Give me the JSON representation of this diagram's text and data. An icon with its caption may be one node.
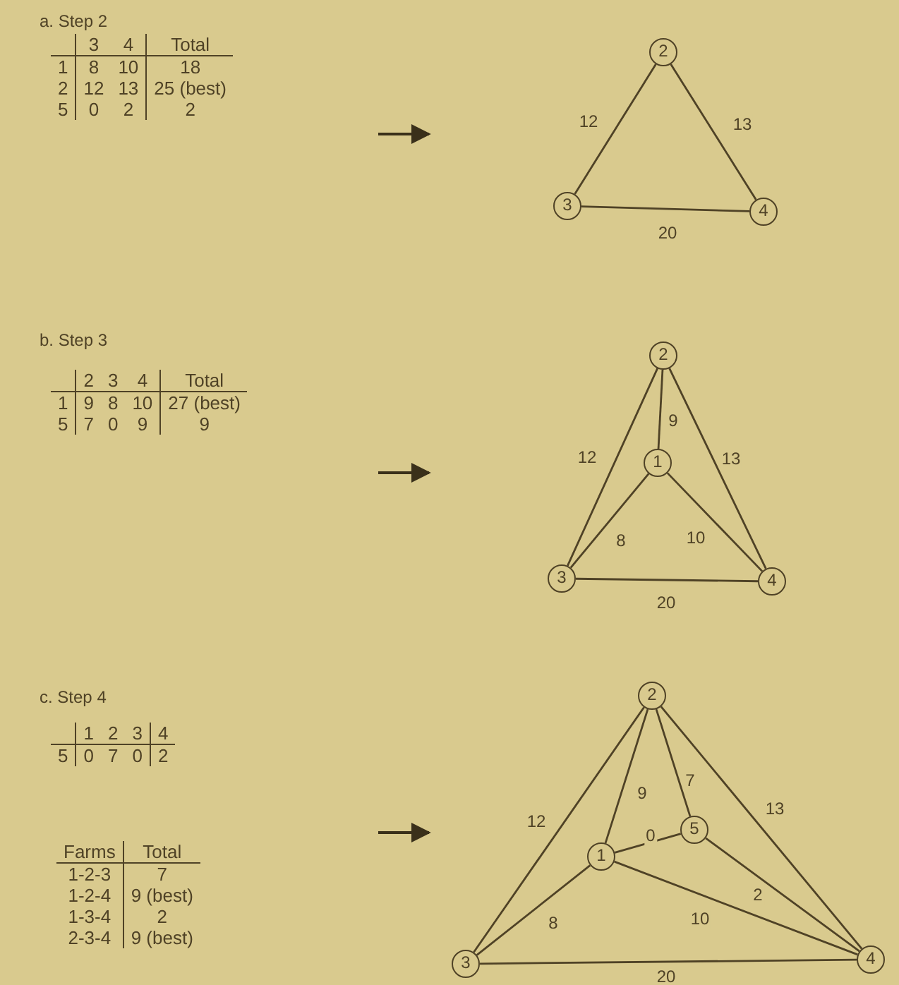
{
  "diagram": {
    "nodes": [
      {
        "text": [
          "2"
        ]
      },
      {
        "text": [
          "3"
        ]
      },
      {
        "text": [
          "4"
        ]
      },
      {
        "text": [
          "2"
        ]
      },
      {
        "text": [
          "1"
        ]
      },
      {
        "text": [
          "3"
        ]
      },
      {
        "text": [
          "4"
        ]
      },
      {
        "text": [
          "2"
        ]
      },
      {
        "text": [
          "1"
        ]
      },
      {
        "text": [
          "5"
        ]
      },
      {
        "text": [
          "3"
        ]
      },
      {
        "text": [
          "4"
        ]
      }
    ],
    "edges": [
      {
        "from": 0,
        "to": 1,
        "arrow": "none",
        "label": "12"
      },
      {
        "from": 0,
        "to": 2,
        "arrow": "none",
        "label": "13"
      },
      {
        "from": 1,
        "to": 2,
        "arrow": "none",
        "label": "20"
      },
      {
        "from": 3,
        "to": 5,
        "arrow": "none",
        "label": "12"
      },
      {
        "from": 3,
        "to": 4,
        "arrow": "none",
        "label": "9"
      },
      {
        "from": 3,
        "to": 6,
        "arrow": "none",
        "label": "13"
      },
      {
        "from": 4,
        "to": 5,
        "arrow": "none",
        "label": "8"
      },
      {
        "from": 4,
        "to": 6,
        "arrow": "none",
        "label": "10"
      },
      {
        "from": 5,
        "to": 6,
        "arrow": "none",
        "label": "20"
      },
      {
        "from": 7,
        "to": 10,
        "arrow": "none",
        "label": "12"
      },
      {
        "from": 7,
        "to": 8,
        "arrow": "none",
        "label": "9"
      },
      {
        "from": 7,
        "to": 9,
        "arrow": "none",
        "label": "7"
      },
      {
        "from": 7,
        "to": 11,
        "arrow": "none",
        "label": "13"
      },
      {
        "from": 8,
        "to": 9,
        "arrow": "none",
        "label": "0"
      },
      {
        "from": 8,
        "to": 10,
        "arrow": "none",
        "label": "8"
      },
      {
        "from": 8,
        "to": 11,
        "arrow": "none",
        "label": "10"
      },
      {
        "from": 9,
        "to": 11,
        "arrow": "none",
        "label": "2"
      },
      {
        "from": 10,
        "to": 11,
        "arrow": "none",
        "label": "20"
      }
    ],
    "labels": [
      "a. Step 2",
      "3",
      "4",
      "Total",
      "1",
      "8",
      "10",
      "18",
      "2",
      "12",
      "13",
      "25 (best)",
      "5",
      "0",
      "2",
      "2",
      "b. Step 3",
      "2",
      "3",
      "4",
      "Total",
      "1",
      "9",
      "8",
      "10",
      "27 (best)",
      "5",
      "7",
      "0",
      "9",
      "9",
      "c. Step 4",
      "1",
      "2",
      "3",
      "4",
      "5",
      "0",
      "7",
      "0",
      "2",
      "Farms",
      "Total",
      "1-2-3",
      "7",
      "1-2-4",
      "9 (best)",
      "1-3-4",
      "2",
      "2-3-4",
      "9 (best)"
    ]
  }
}
